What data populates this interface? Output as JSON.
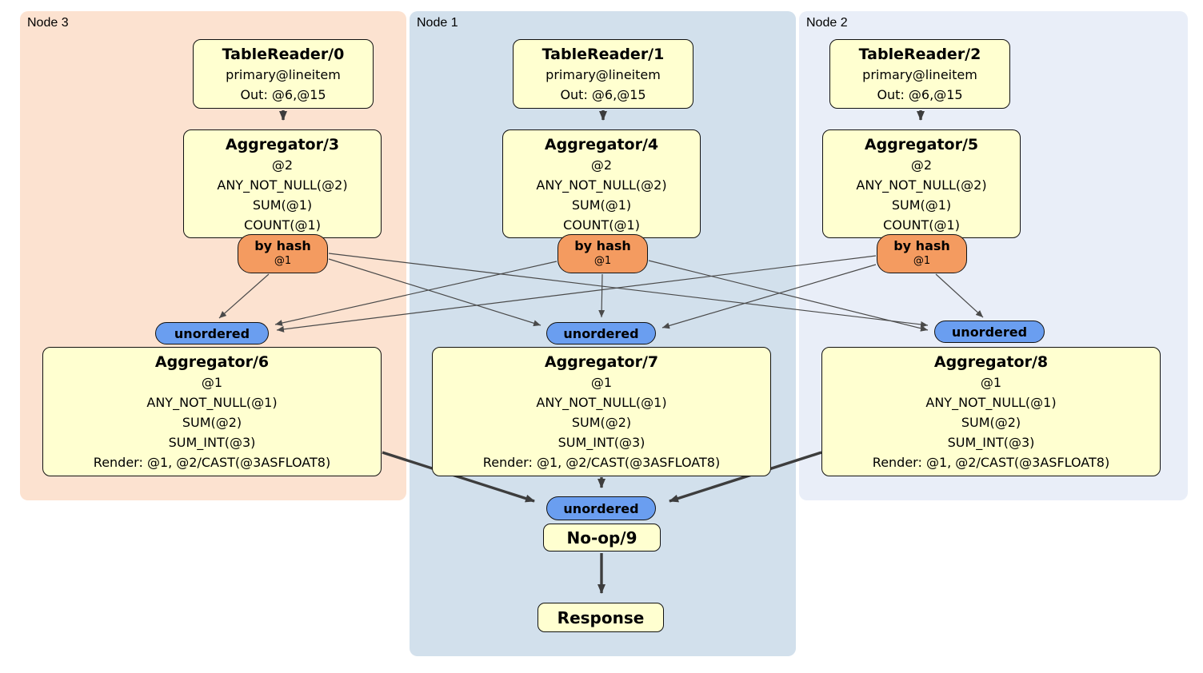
{
  "regions": {
    "node3": {
      "label": "Node 3"
    },
    "node1": {
      "label": "Node 1"
    },
    "node2": {
      "label": "Node 2"
    }
  },
  "processors": {
    "tablereader0": {
      "title": "TableReader/0",
      "lines": [
        "primary@lineitem",
        "Out: @6,@15"
      ]
    },
    "tablereader1": {
      "title": "TableReader/1",
      "lines": [
        "primary@lineitem",
        "Out: @6,@15"
      ]
    },
    "tablereader2": {
      "title": "TableReader/2",
      "lines": [
        "primary@lineitem",
        "Out: @6,@15"
      ]
    },
    "aggregator3": {
      "title": "Aggregator/3",
      "lines": [
        "@2",
        "ANY_NOT_NULL(@2)",
        "SUM(@1)",
        "COUNT(@1)"
      ]
    },
    "aggregator4": {
      "title": "Aggregator/4",
      "lines": [
        "@2",
        "ANY_NOT_NULL(@2)",
        "SUM(@1)",
        "COUNT(@1)"
      ]
    },
    "aggregator5": {
      "title": "Aggregator/5",
      "lines": [
        "@2",
        "ANY_NOT_NULL(@2)",
        "SUM(@1)",
        "COUNT(@1)"
      ]
    },
    "aggregator6": {
      "title": "Aggregator/6",
      "lines": [
        "@1",
        "ANY_NOT_NULL(@1)",
        "SUM(@2)",
        "SUM_INT(@3)",
        "Render: @1, @2/CAST(@3ASFLOAT8)"
      ]
    },
    "aggregator7": {
      "title": "Aggregator/7",
      "lines": [
        "@1",
        "ANY_NOT_NULL(@1)",
        "SUM(@2)",
        "SUM_INT(@3)",
        "Render: @1, @2/CAST(@3ASFLOAT8)"
      ]
    },
    "aggregator8": {
      "title": "Aggregator/8",
      "lines": [
        "@1",
        "ANY_NOT_NULL(@1)",
        "SUM(@2)",
        "SUM_INT(@3)",
        "Render: @1, @2/CAST(@3ASFLOAT8)"
      ]
    },
    "noop9": {
      "title": "No-op/9"
    },
    "response": {
      "title": "Response"
    }
  },
  "routers": {
    "hash3": {
      "label": "by hash",
      "detail": "@1"
    },
    "hash4": {
      "label": "by hash",
      "detail": "@1"
    },
    "hash5": {
      "label": "by hash",
      "detail": "@1"
    }
  },
  "synchronizers": {
    "unordered6": {
      "label": "unordered"
    },
    "unordered7": {
      "label": "unordered"
    },
    "unordered8": {
      "label": "unordered"
    },
    "unordered9": {
      "label": "unordered"
    }
  },
  "colors": {
    "region-node3-fill": "#fce2d0",
    "region-node1-fill": "#d2e0ec",
    "region-node2-fill": "#e9eef8",
    "processor-fill": "#ffffd0",
    "router-fill": "#f49b60",
    "sync-fill": "#6a9ef0",
    "edge-thin": "#4a4a4a",
    "edge-thick": "#3d3d3d",
    "border-color": "#111111"
  }
}
